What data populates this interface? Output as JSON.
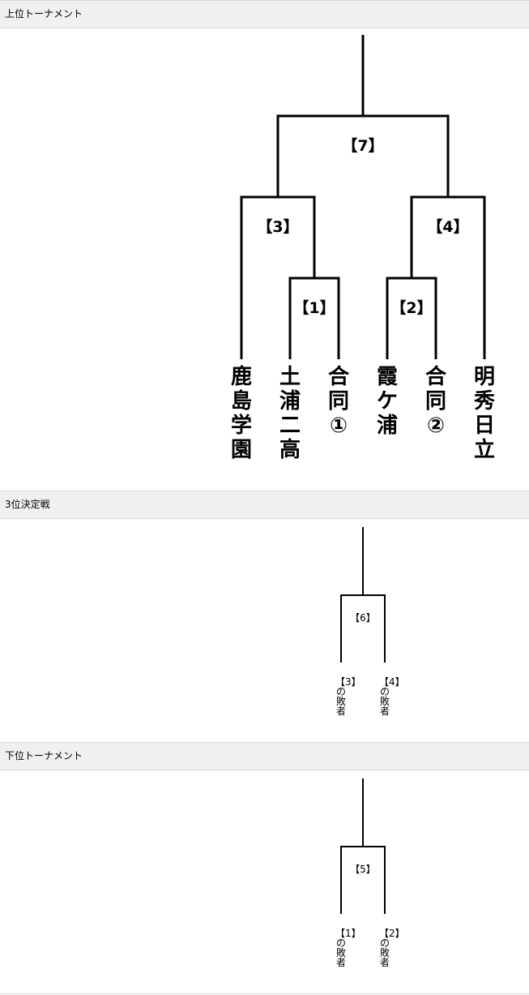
{
  "upper": {
    "header": "上位トーナメント",
    "matches": [
      "【1】",
      "【2】",
      "【3】",
      "【4】",
      "【7】"
    ],
    "teams": [
      "鹿島学園",
      "土浦二高",
      "合同①",
      "霞ケ浦",
      "合同②",
      "明秀日立"
    ]
  },
  "third": {
    "header": "3位決定戦",
    "match": "【6】",
    "left": "【3】の敗者",
    "right": "【4】の敗者"
  },
  "lower": {
    "header": "下位トーナメント",
    "match": "【5】",
    "left": "【1】の敗者",
    "right": "【2】の敗者"
  }
}
